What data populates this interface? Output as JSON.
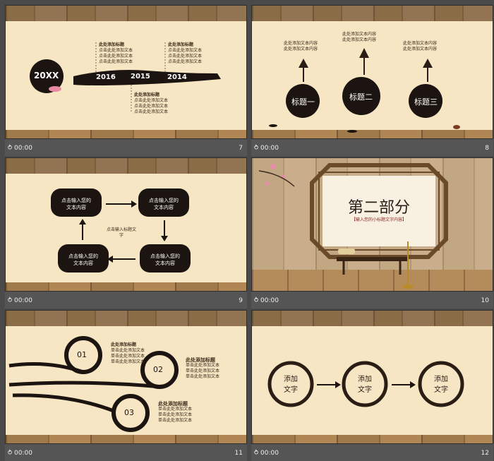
{
  "slides": [
    {
      "time": "00:00",
      "number": "7"
    },
    {
      "time": "00:00",
      "number": "8"
    },
    {
      "time": "00:00",
      "number": "9"
    },
    {
      "time": "00:00",
      "number": "10"
    },
    {
      "time": "00:00",
      "number": "11"
    },
    {
      "time": "00:00",
      "number": "12"
    }
  ],
  "s7": {
    "badge": "20XX",
    "years": [
      "2016",
      "2015",
      "2014"
    ],
    "top_left": {
      "title": "此处添加标题",
      "lines": [
        "点击此处添加文本",
        "点击此处添加文本",
        "点击此处添加文本"
      ]
    },
    "top_right": {
      "title": "此处添加标题",
      "lines": [
        "点击此处添加文本",
        "点击此处添加文本",
        "点击此处添加文本"
      ]
    },
    "bottom": {
      "title": "此处添加标题",
      "lines": [
        "点击此处添加文本",
        "点击此处添加文本",
        "点击此处添加文本"
      ]
    }
  },
  "s8": {
    "labels": [
      "标题一",
      "标题二",
      "标题三"
    ],
    "texts_left": [
      "此处添加文本内容",
      "此处添加文本内容"
    ],
    "texts_mid": [
      "此处添加文本内容",
      "此处添加文本内容"
    ],
    "texts_right": [
      "此处添加文本内容",
      "此处添加文本内容"
    ]
  },
  "s9": {
    "boxes": [
      "点击输入您的文本内容",
      "点击输入您的文本内容",
      "点击输入您的文本内容",
      "点击输入您的文本内容"
    ],
    "center": "点击输入标题文字"
  },
  "s10": {
    "title": "第二部分",
    "subtitle": "【输入您的小标题文字内容】"
  },
  "s11": {
    "items": [
      {
        "num": "01",
        "title": "此处添加标题",
        "lines": [
          "单击此处添加文本",
          "单击此处添加文本",
          "单击此处添加文本"
        ]
      },
      {
        "num": "02",
        "title": "此处添加标题",
        "lines": [
          "单击此处添加文本",
          "单击此处添加文本",
          "单击此处添加文本"
        ]
      },
      {
        "num": "03",
        "title": "此处添加标题",
        "lines": [
          "单击此处添加文本",
          "单击此处添加文本",
          "单击此处添加文本"
        ]
      }
    ]
  },
  "s12": {
    "labels": [
      "添加\n文字",
      "添加\n文字",
      "添加\n文字"
    ]
  }
}
